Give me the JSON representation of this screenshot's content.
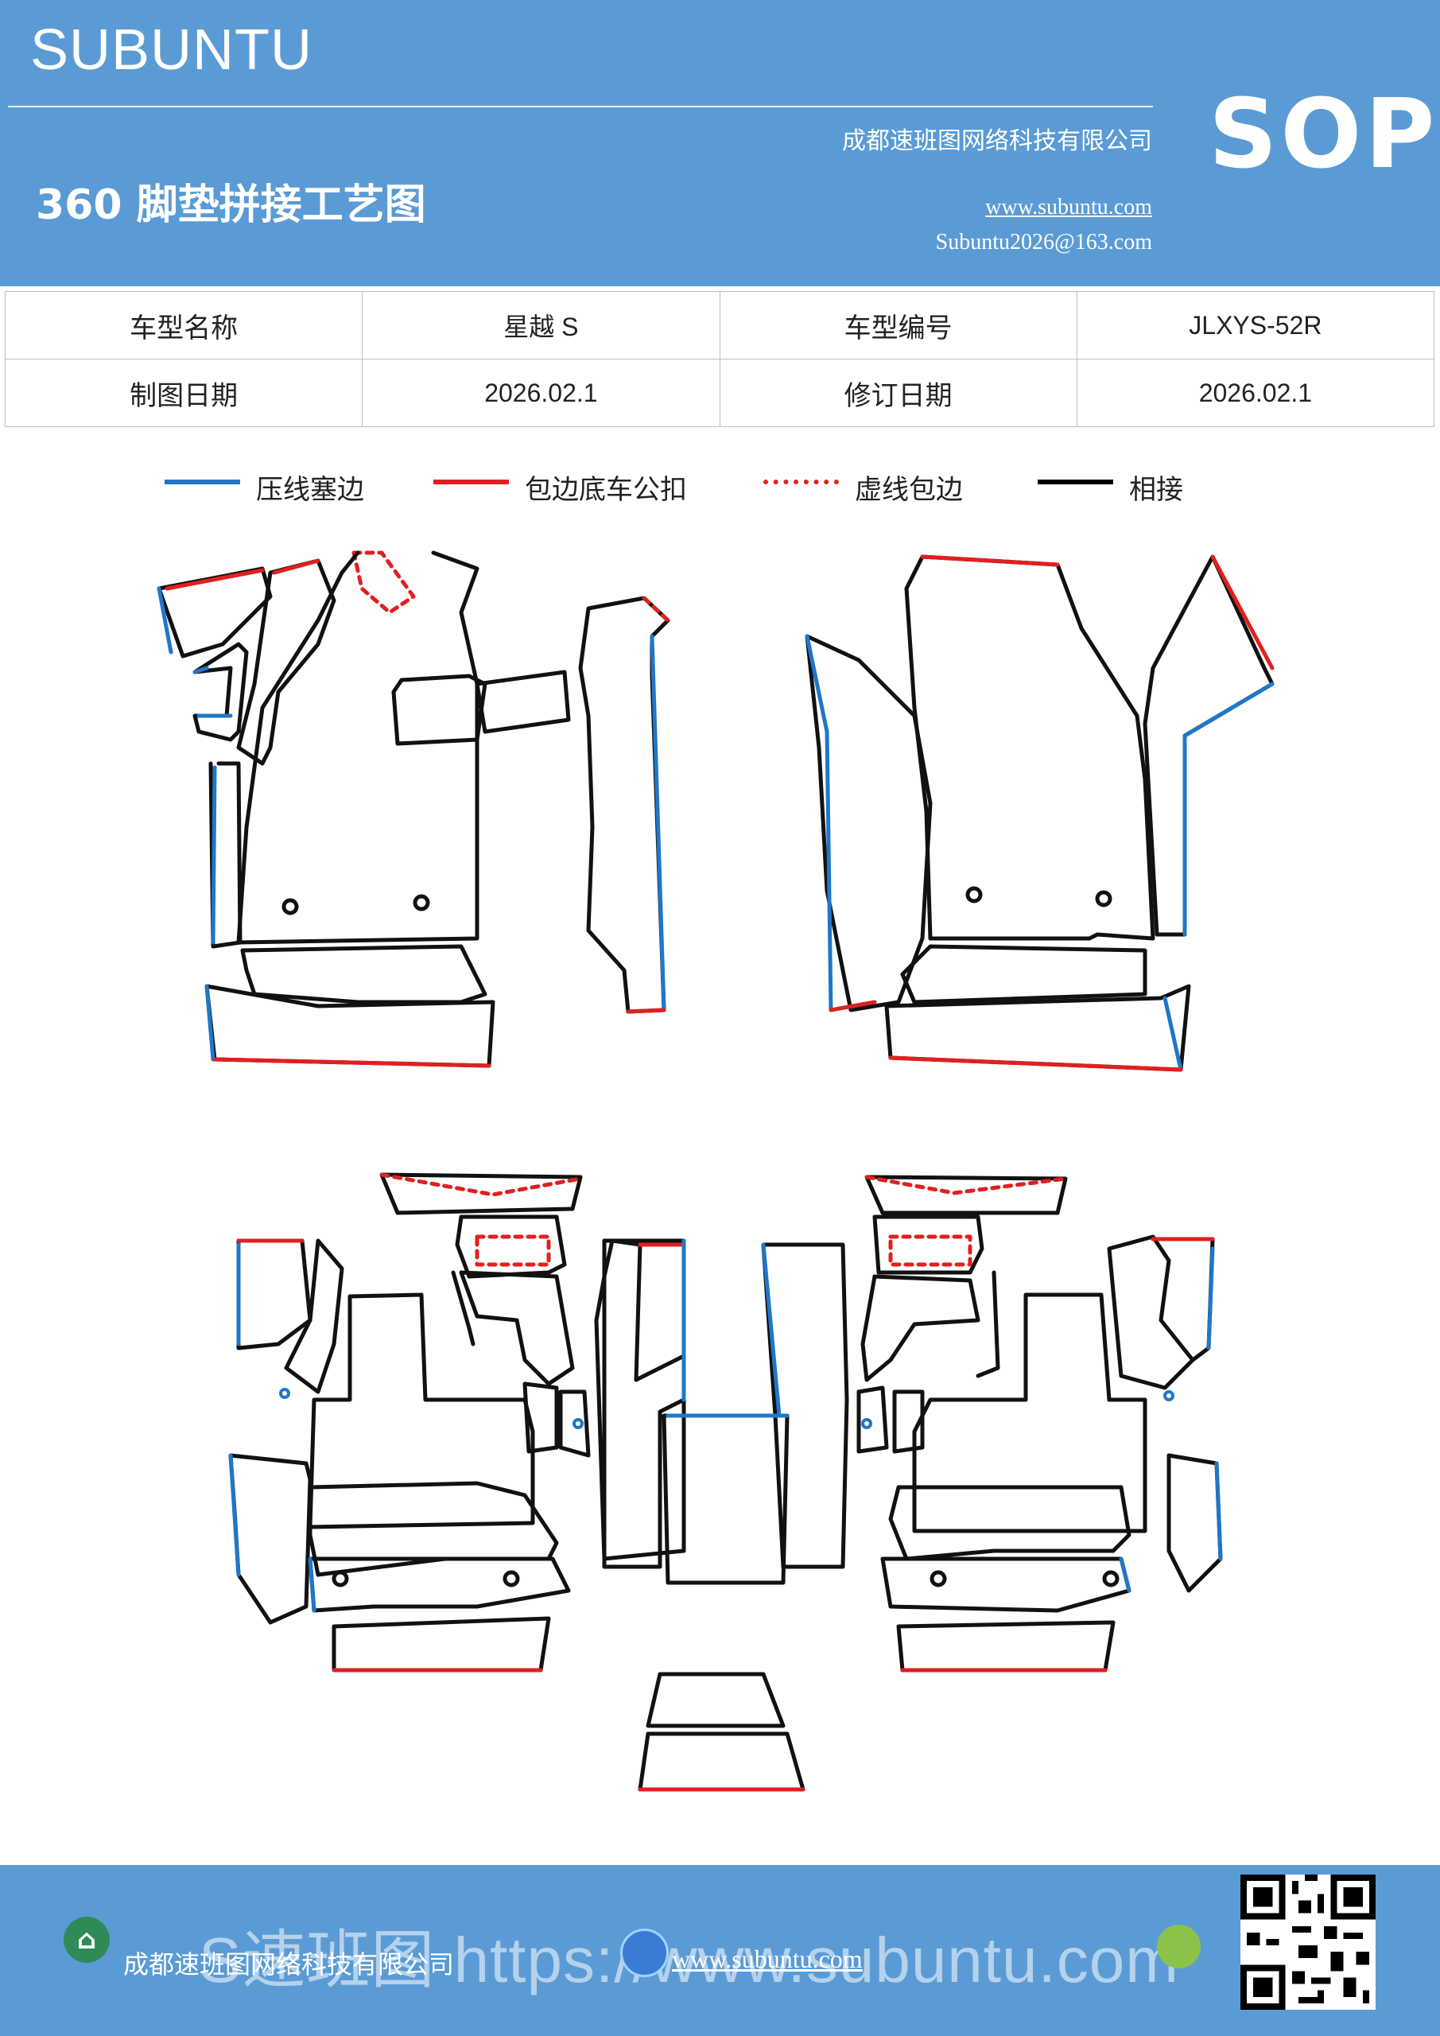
{
  "header": {
    "brand": "SUBUNTU",
    "badge": "SOP",
    "company": "成都速班图网络科技有限公司",
    "website": "www.subuntu.com",
    "email": "Subuntu2026@163.com",
    "title": "360 脚垫拼接工艺图"
  },
  "info_table": {
    "row1": {
      "label1": "车型名称",
      "value1": "星越 S",
      "label2": "车型编号",
      "value2": "JLXYS-52R"
    },
    "row2": {
      "label1": "制图日期",
      "value1": "2026.02.1",
      "label2": "修订日期",
      "value2": "2026.02.1"
    }
  },
  "legend": [
    {
      "label": "压线塞边",
      "color": "#1f77c8",
      "style": "solid"
    },
    {
      "label": "包边底车公扣",
      "color": "#e02020",
      "style": "solid"
    },
    {
      "label": "虚线包边",
      "color": "#e02020",
      "style": "dashed"
    },
    {
      "label": "相接",
      "color": "#000000",
      "style": "solid"
    }
  ],
  "colors": {
    "brand_blue": "#5b9bd5",
    "edge_blue": "#1f77c8",
    "edge_red": "#e02020",
    "outline": "#111111"
  },
  "footer": {
    "company": "成都速班图网络科技有限公司",
    "website": "www.subuntu.com",
    "watermark": "S速班图 https://www.subuntu.com",
    "icons": [
      "building-icon",
      "globe-icon",
      "leaf-icon",
      "qr-code"
    ]
  }
}
